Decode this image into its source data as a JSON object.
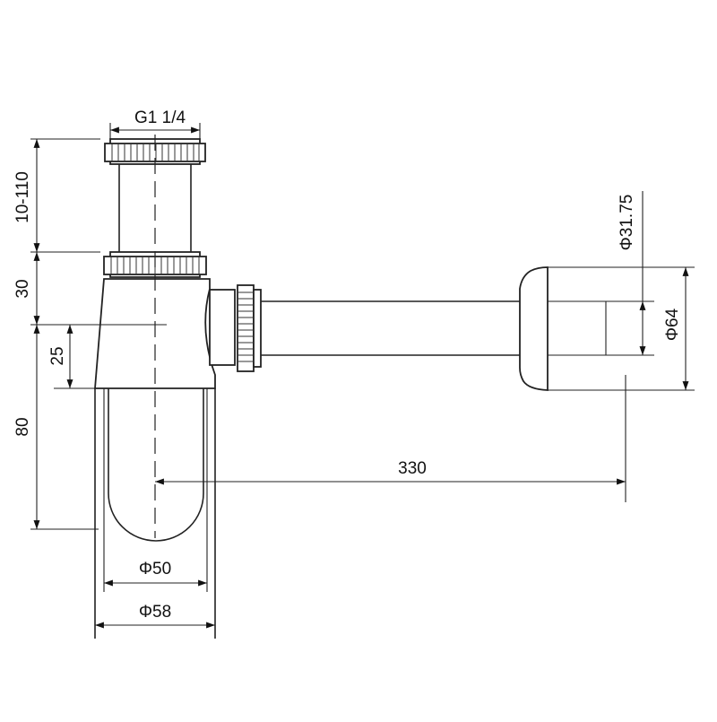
{
  "drawing": {
    "subject": "Bottle trap (siphon) technical dimension drawing",
    "line_color": "#222222",
    "background": "#ffffff"
  },
  "dimensions": {
    "thread": "G1 1/4",
    "height_adjust": "10-110",
    "nut_to_center": "30",
    "outlet_offset": "25",
    "body_height": "80",
    "inner_diameter": "Φ50",
    "outer_diameter": "Φ58",
    "outlet_length": "330",
    "pipe_diameter": "Φ31.75",
    "flange_diameter": "Φ64"
  }
}
